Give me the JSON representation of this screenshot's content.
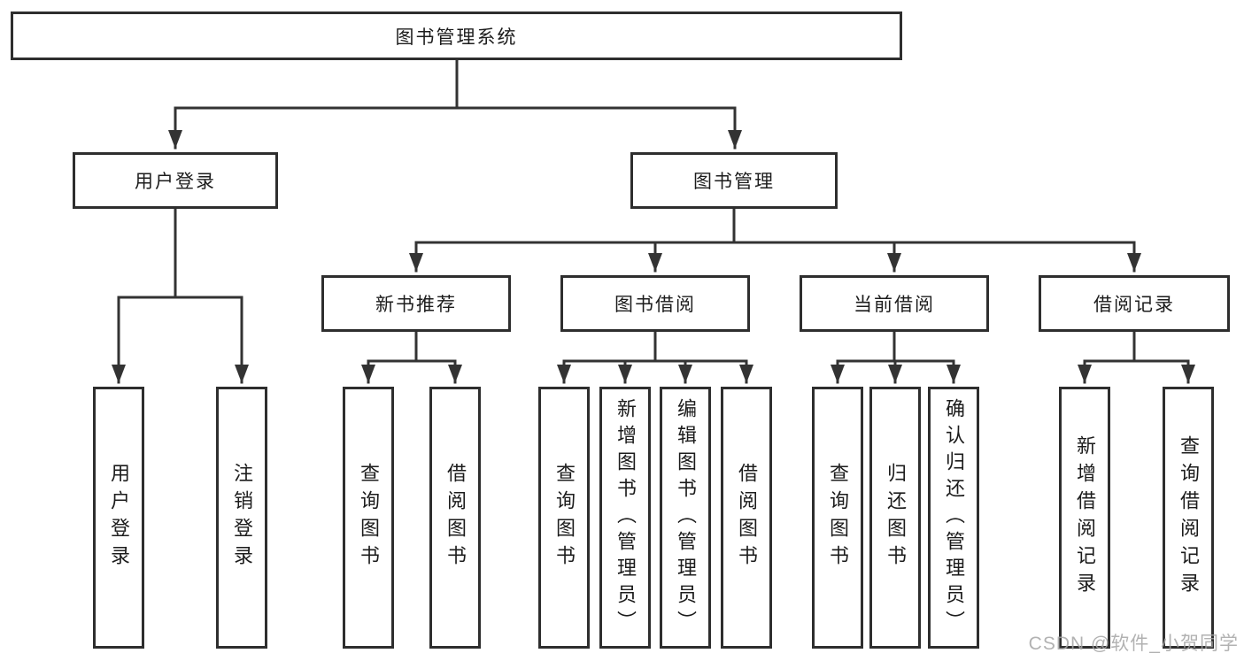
{
  "tree": {
    "root": {
      "label": "图书管理系统"
    },
    "branches": [
      {
        "label": "用户登录",
        "children": [
          {
            "label": "用户登录"
          },
          {
            "label": "注销登录"
          }
        ]
      },
      {
        "label": "图书管理",
        "children": [
          {
            "label": "新书推荐",
            "children": [
              {
                "label": "查询图书"
              },
              {
                "label": "借阅图书"
              }
            ]
          },
          {
            "label": "图书借阅",
            "children": [
              {
                "label": "查询图书"
              },
              {
                "label": "新增图书（管理员）"
              },
              {
                "label": "编辑图书（管理员）"
              },
              {
                "label": "借阅图书"
              }
            ]
          },
          {
            "label": "当前借阅",
            "children": [
              {
                "label": "查询图书"
              },
              {
                "label": "归还图书"
              },
              {
                "label": "确认归还（管理员）"
              }
            ]
          },
          {
            "label": "借阅记录",
            "children": [
              {
                "label": "新增借阅记录"
              },
              {
                "label": "查询借阅记录"
              }
            ]
          }
        ]
      }
    ]
  },
  "watermark": {
    "text": "CSDN @软件_小贺同学"
  },
  "colors": {
    "line": "#333333",
    "box_border": "#2e2e2e",
    "text": "#1c1c1c",
    "background": "#ffffff",
    "watermark": "#a5a5a5"
  }
}
